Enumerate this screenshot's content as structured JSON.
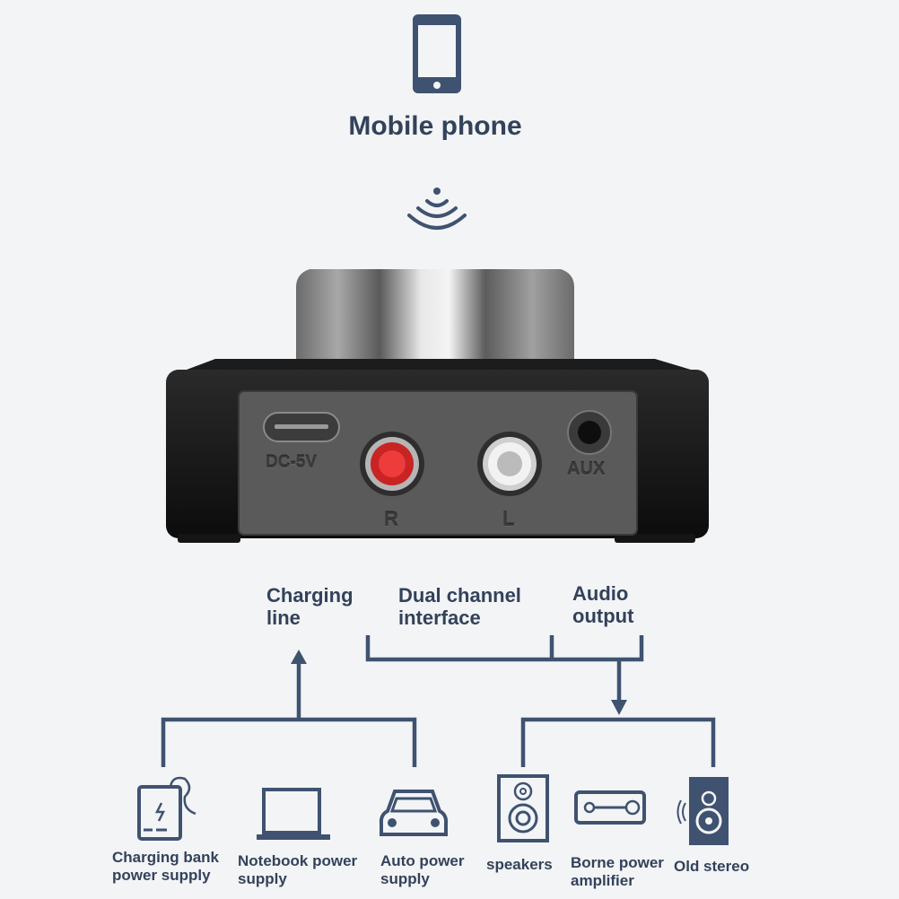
{
  "title": "Mobile phone",
  "device": {
    "ports": {
      "dc": "DC-5V",
      "right": "R",
      "left": "L",
      "aux": "AUX"
    }
  },
  "interfaces": [
    {
      "label": "Charging line"
    },
    {
      "label": "Dual channel interface"
    },
    {
      "label": "Audio output"
    }
  ],
  "inputs": [
    {
      "label": "Charging bank power supply",
      "icon": "power-bank-icon"
    },
    {
      "label": "Notebook power supply",
      "icon": "laptop-icon"
    },
    {
      "label": "Auto power supply",
      "icon": "car-icon"
    }
  ],
  "outputs": [
    {
      "label": "speakers",
      "icon": "speaker-icon"
    },
    {
      "label": "Borne power amplifier",
      "icon": "amplifier-icon"
    },
    {
      "label": "Old stereo",
      "icon": "stereo-icon"
    }
  ],
  "colors": {
    "accent": "#3f5270",
    "background": "#f3f4f6",
    "rca_red": "#e0282a"
  }
}
